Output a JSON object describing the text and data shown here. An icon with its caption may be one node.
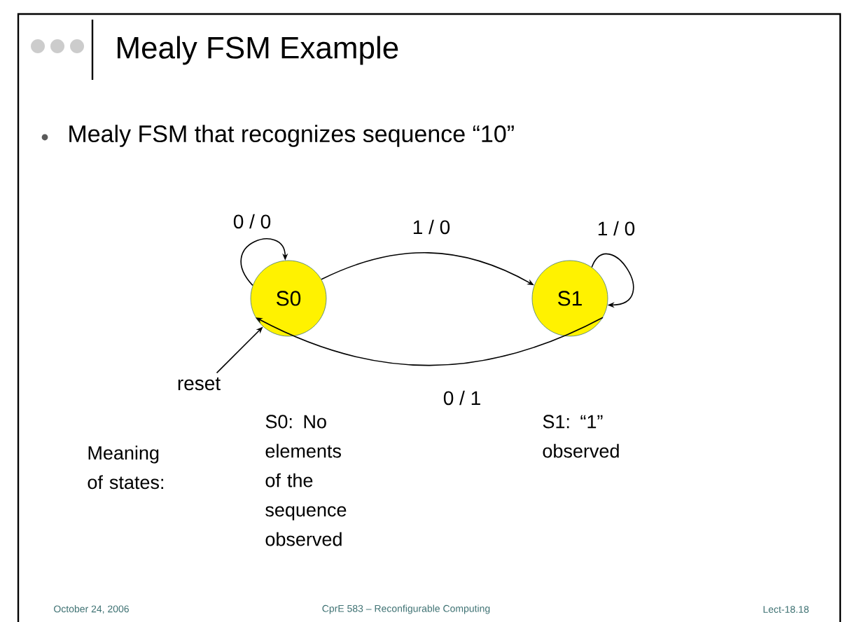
{
  "diagram": {
    "title": "Mealy FSM Example",
    "nodes": [
      {
        "text": [
          "S0"
        ]
      },
      {
        "text": [
          "S1"
        ]
      },
      {
        "text": [
          "reset"
        ]
      }
    ],
    "edges": [
      {
        "from": 0,
        "to": 0,
        "arrow": "to",
        "label": "0 / 0"
      },
      {
        "from": 0,
        "to": 1,
        "arrow": "to",
        "label": "1 / 0"
      },
      {
        "from": 1,
        "to": 1,
        "arrow": "to",
        "label": "1 / 0"
      },
      {
        "from": 1,
        "to": 0,
        "arrow": "to",
        "label": "0 / 1"
      },
      {
        "from": 2,
        "to": 0,
        "arrow": "to"
      }
    ],
    "labels": [
      "Mealy FSM that recognizes sequence “10”",
      "Meaning of states:",
      "S0: No elements of the sequence observed",
      "S1: “1” observed",
      "October 24, 2006",
      "CprE 583 – Reconfigurable Computing",
      "Lect-18.18"
    ]
  }
}
